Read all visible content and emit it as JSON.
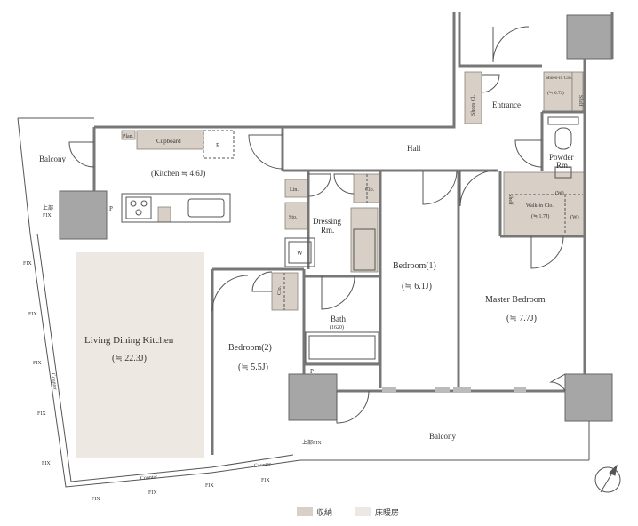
{
  "colors": {
    "wall": "#777777",
    "pillar": "#a6a6a6",
    "storage": "#d8d0c6",
    "heated": "#ede8e2",
    "line": "#555555",
    "text": "#333333"
  },
  "rooms": {
    "balcony_left": "Balcony",
    "kitchen": "(Kitchen ≒ 4.6J)",
    "cupboard": "Cupboard",
    "plan_shelf": "Plan.",
    "refrigerator": "R",
    "pipe_space_kitchen": "P",
    "ldk_name": "Living Dining Kitchen",
    "ldk_size": "(≒ 22.3J)",
    "hall": "Hall",
    "entrance": "Entrance",
    "shoes_closet": "Shoes Cl.",
    "shoes_in_closet": "Shoes-in Clo.",
    "shoes_in_size": "(≒ 0.7J)",
    "shelf": "Shelf",
    "powder_room_1": "Powder",
    "powder_room_2": "Rm.",
    "linen": "Lin.",
    "storage": "Sto.",
    "washer": "W",
    "dressing_1": "Dressing",
    "dressing_2": "Rm.",
    "bedroom1_name": "Bedroom(1)",
    "bedroom1_size": "(≒ 6.1J)",
    "bedroom1_closet": "Clo.",
    "bedroom2_name": "Bedroom(2)",
    "bedroom2_size": "(≒ 5.5J)",
    "bedroom2_closet": "Clo.",
    "bath_name": "Bath",
    "bath_size": "(1620)",
    "pipe_space_bath": "P",
    "master_name": "Master Bedroom",
    "master_size": "(≒ 7.7J)",
    "walkin_name": "Walk-in Clo.",
    "walkin_size": "(≒ 1.7J)",
    "walkin_w_top": "(W)",
    "walkin_w_right": "(W)",
    "balcony_bottom": "Balcony"
  },
  "fixtures": {
    "upper_fix_1": "上部",
    "upper_fix_2": "FIX",
    "upper_fix_bottom": "上部FIX",
    "fix": "FIX",
    "counter": "Counter"
  },
  "legend": {
    "storage_label": "収納",
    "heated_label": "床暖房"
  }
}
